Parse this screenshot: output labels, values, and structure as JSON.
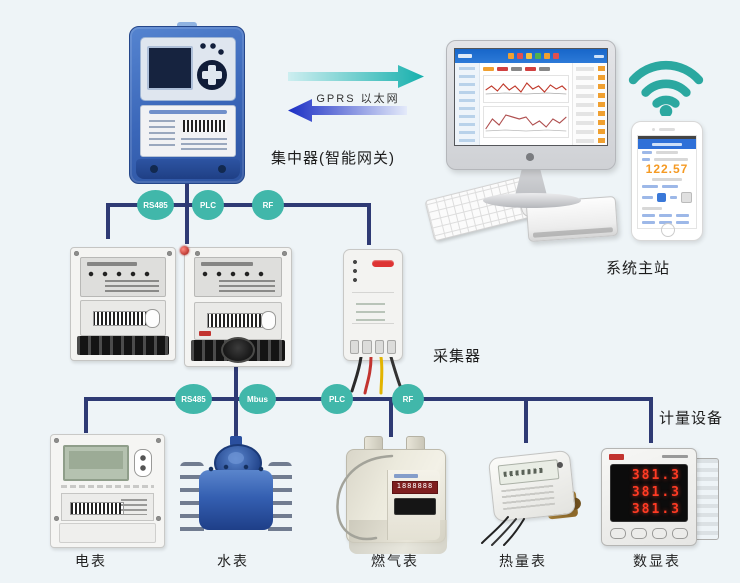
{
  "colors": {
    "background": "#eef4f7",
    "bus_line": "#2e3a74",
    "node_circle": "#41b7aa",
    "arrow_teal": "#17b0ad",
    "arrow_blue": "#1a2ec4",
    "wifi": "#2ba8a0",
    "accent_orange": "#f59a23",
    "digit_red": "#ff3b24"
  },
  "labels": {
    "concentrator": "集中器(智能网关)",
    "link": "GPRS  以太网",
    "server": "系统主站",
    "collector": "采集器",
    "metering": "计量设备"
  },
  "bus1": {
    "nodes": [
      "RS485",
      "PLC",
      "RF"
    ]
  },
  "bus2": {
    "nodes": [
      "RS485",
      "Mbus",
      "PLC",
      "RF"
    ]
  },
  "devices": {
    "labels": [
      "电表",
      "水表",
      "燃气表",
      "热量表",
      "数显表"
    ]
  },
  "phone": {
    "reading": "122.57"
  },
  "gas_meter": {
    "counter": "1888888"
  },
  "panel_meter": {
    "rows": [
      "381.3",
      "381.3",
      "381.3"
    ]
  }
}
